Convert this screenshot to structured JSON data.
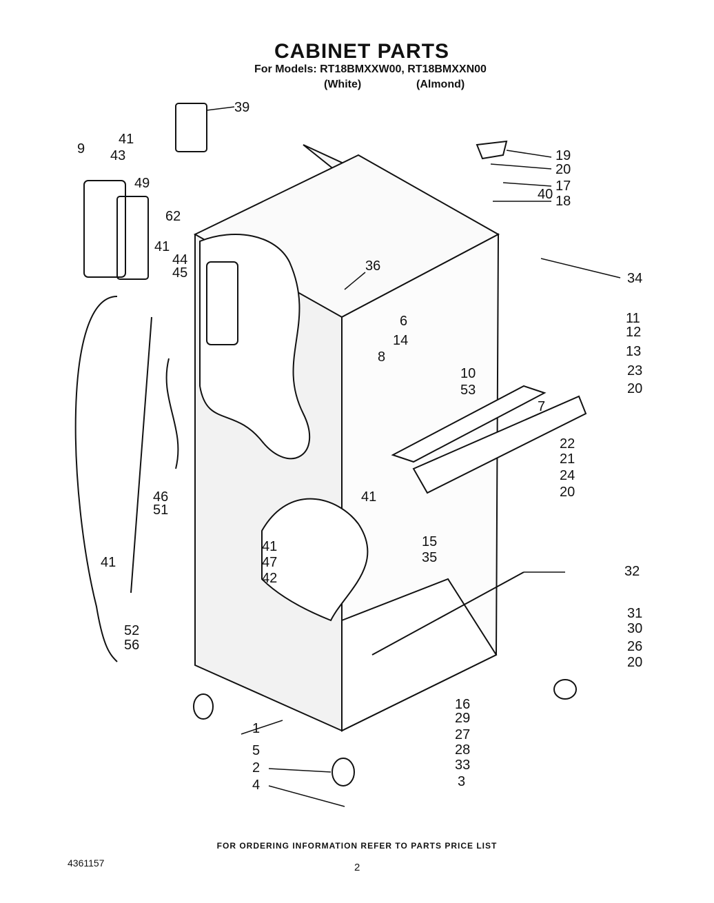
{
  "header": {
    "title": "CABINET PARTS",
    "models_line": "For Models: RT18BMXXW00, RT18BMXXN00",
    "variant_white": "(White)",
    "variant_almond": "(Almond)"
  },
  "callouts": [
    "1",
    "2",
    "3",
    "4",
    "5",
    "6",
    "7",
    "8",
    "9",
    "10",
    "11",
    "12",
    "13",
    "14",
    "15",
    "16",
    "17",
    "18",
    "19",
    "20",
    "20",
    "20",
    "20",
    "21",
    "22",
    "23",
    "24",
    "26",
    "27",
    "28",
    "29",
    "30",
    "31",
    "32",
    "33",
    "34",
    "35",
    "36",
    "39",
    "40",
    "41",
    "41",
    "41",
    "41",
    "41",
    "42",
    "43",
    "44",
    "45",
    "46",
    "47",
    "49",
    "51",
    "52",
    "53",
    "56",
    "62"
  ],
  "footer": {
    "ordering_note": "FOR ORDERING INFORMATION REFER TO PARTS PRICE LIST",
    "doc_number": "4361157",
    "page_number": "2"
  },
  "colors": {
    "ink": "#111111",
    "paper": "#ffffff",
    "cabinet_fill": "#f2f2f2"
  }
}
